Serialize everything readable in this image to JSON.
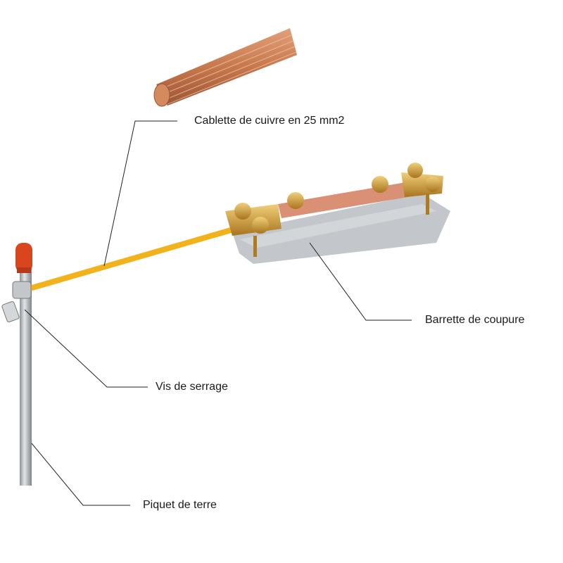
{
  "labels": {
    "cable": "Cablette de cuivre en 25 mm2",
    "barrette": "Barrette de coupure",
    "vis": "Vis de serrage",
    "piquet": "Piquet de terre"
  },
  "colors": {
    "copper": "#c7784c",
    "wire": "#f2b21c",
    "rod": "#b8bcc0",
    "cap": "#d9461e",
    "brass": "#c9962e",
    "block": "#c3c6ca",
    "leader": "#222222"
  }
}
